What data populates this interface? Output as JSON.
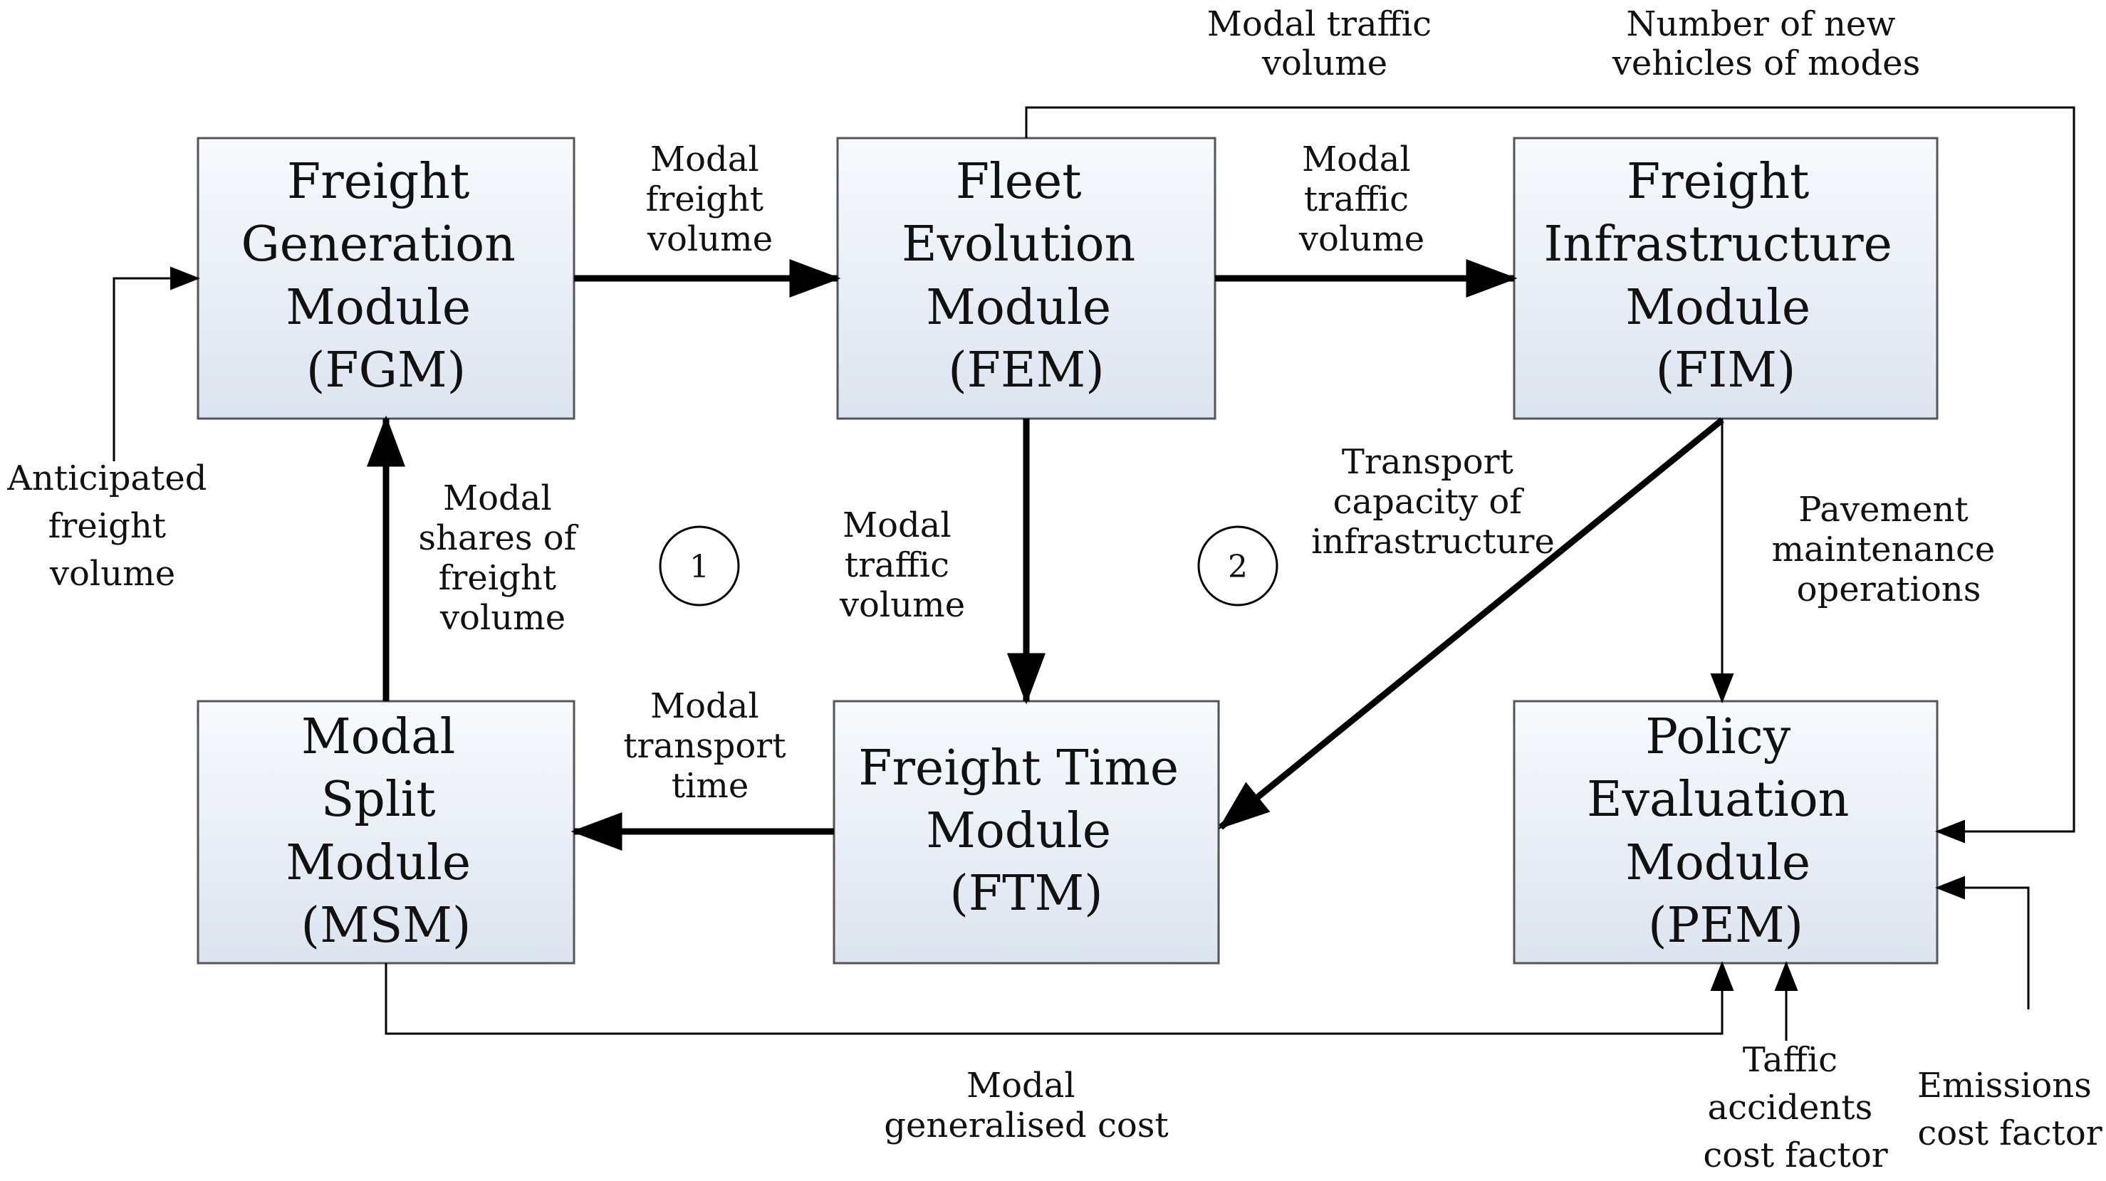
{
  "modules": {
    "fgm": {
      "lines": [
        "Freight",
        "Generation",
        "Module",
        "(FGM)"
      ]
    },
    "fem": {
      "lines": [
        "Fleet",
        "Evolution",
        "Module",
        "(FEM)"
      ]
    },
    "fim": {
      "lines": [
        "Freight",
        "Infrastructure",
        "Module",
        "(FIM)"
      ]
    },
    "msm": {
      "lines": [
        "Modal",
        "Split",
        "Module",
        "(MSM)"
      ]
    },
    "ftm": {
      "lines": [
        "Freight Time",
        "Module",
        "(FTM)"
      ]
    },
    "pem": {
      "lines": [
        "Policy",
        "Evaluation",
        "Module",
        "(PEM)"
      ]
    }
  },
  "labels": {
    "top_traffic": [
      "Modal traffic",
      "volume"
    ],
    "top_vehicles": [
      "Number of new",
      "vehicles of modes"
    ],
    "fgm_fem": [
      "Modal",
      "freight",
      "volume"
    ],
    "fem_fim": [
      "Modal",
      "traffic",
      "volume"
    ],
    "anticipated": [
      "Anticipated",
      "freight",
      "volume"
    ],
    "modal_shares": [
      "Modal",
      "shares of",
      "freight",
      "volume"
    ],
    "fem_ftm": [
      "Modal",
      "traffic",
      "volume"
    ],
    "transport_capacity": [
      "Transport",
      "capacity of",
      "infrastructure"
    ],
    "pavement": [
      "Pavement",
      "maintenance",
      "operations"
    ],
    "transport_time": [
      "Modal",
      "transport",
      "time"
    ],
    "generalised_cost": [
      "Modal",
      "generalised cost"
    ],
    "traffic_accidents": [
      "Taffic",
      "accidents",
      "cost factor"
    ],
    "emissions": [
      "Emissions",
      "cost factor"
    ]
  },
  "loops": [
    "1",
    "2"
  ],
  "colors": {
    "box_fill_top": "#f8fafd",
    "box_fill_bottom": "#dce4ef",
    "box_border": "#555555",
    "line": "#000000"
  }
}
